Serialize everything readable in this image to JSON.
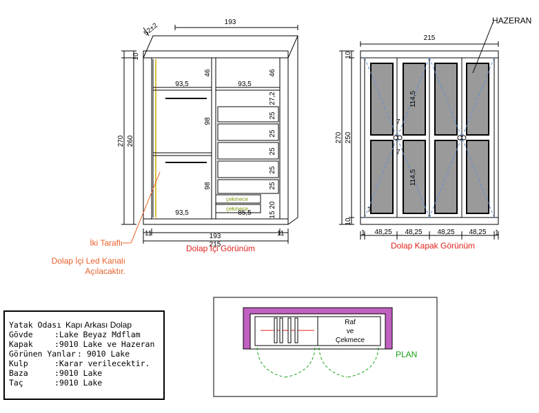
{
  "inside_view": {
    "caption": "Dolap İçi Görünüm",
    "depth": "52±2",
    "top_width": "193",
    "height_total": "270",
    "height_body": "260",
    "top_thickness": "10",
    "bottom_width": "193",
    "overall_width": "215",
    "side_left": "11",
    "side_right": "11",
    "left_shelf_top": "93,5",
    "right_shelf_top": "93,5",
    "left_bottom": "93,5",
    "right_bottom": "85,5",
    "h1": "46",
    "h2": "46",
    "h3": "27,2",
    "h4": "98",
    "h5": "98",
    "h6": "25",
    "h7": "25",
    "h8": "25",
    "h9": "25",
    "h10": "20",
    "h11": "15",
    "drawer1": "çekmece",
    "drawer2": "çekmece"
  },
  "led_note": {
    "line1": "İki Taraflı",
    "line2": "Dolap İçi Led Kanalı",
    "line3": "Açılacaktır."
  },
  "door_view": {
    "caption": "Dolap Kapak Görünüm",
    "label": "HAZERAN",
    "overall_width": "215",
    "height_total": "270",
    "height_doors": "250",
    "top": "10",
    "bottom": "10",
    "panel_h1": "114,5",
    "panel_h2": "114,5",
    "gap1": "7",
    "gap2": "7",
    "gap3": "7",
    "door_widths": [
      "48,25",
      "48,25",
      "48,25",
      "48,25"
    ],
    "side_left": "1",
    "side_right": "1"
  },
  "spec_box": {
    "title_a": "Yatak Odası",
    "title_b": "Kapı Arkası Dolap",
    "rows": [
      {
        "k": "Gövde",
        "v": ":Lake Beyaz Mdflam"
      },
      {
        "k": "Kapak",
        "v": ":9010 Lake ve Hazeran"
      },
      {
        "k": "Görünen Yanlar",
        "v": ": 9010 Lake"
      },
      {
        "k": "Kulp",
        "v": ":Karar verilecektir."
      },
      {
        "k": "Baza",
        "v": ":9010 Lake"
      },
      {
        "k": "Taç",
        "v": ":9010 Lake"
      }
    ]
  },
  "plan": {
    "label": "PLAN",
    "text1": "Raf",
    "text2": "ve",
    "text3": "Çekmece"
  }
}
